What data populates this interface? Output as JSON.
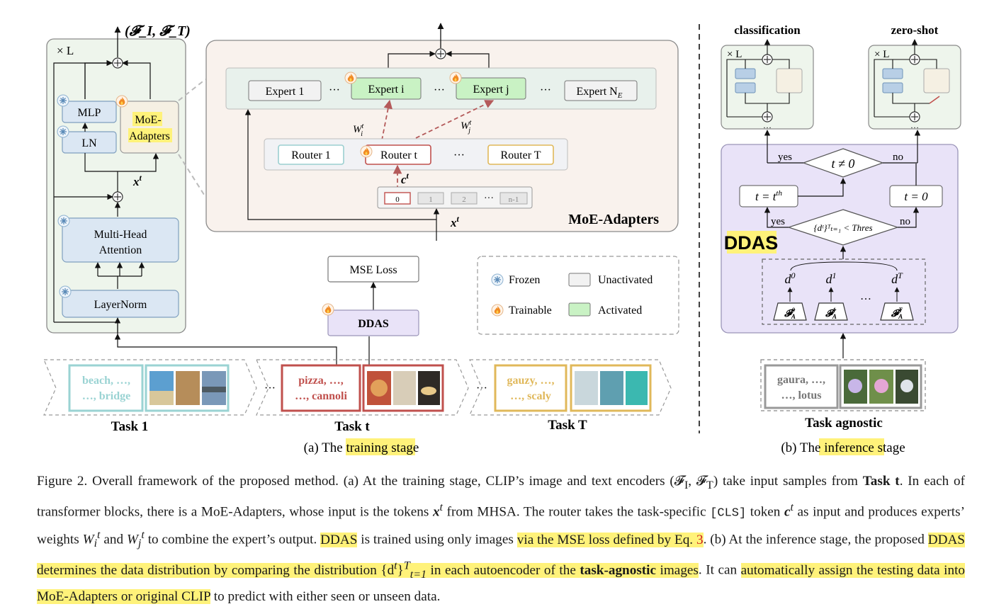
{
  "figure": {
    "left": {
      "output_label": "(𝓕_I, 𝓕_T)",
      "times_L": "× L",
      "mlp": "MLP",
      "ln": "LN",
      "moe_line1": "MoE-",
      "moe_line2": "Adapters",
      "xt": "x",
      "xt_sup": "t",
      "mha_line1": "Multi-Head",
      "mha_line2": "Attention",
      "layernorm": "LayerNorm"
    },
    "moe": {
      "title": "MoE-Adapters",
      "experts": [
        "Expert 1",
        "Expert i",
        "Expert j",
        "Expert N"
      ],
      "expert_sub": "E",
      "dots": "···",
      "routers": [
        "Router 1",
        "Router t",
        "Router T"
      ],
      "wi": "W",
      "wi_sub": "i",
      "wi_sup": "t",
      "wj": "W",
      "wj_sub": "j",
      "wj_sup": "t",
      "ct": "c",
      "ct_sup": "t",
      "tokens": [
        "0",
        "1",
        "2",
        "n-1"
      ],
      "xt": "x",
      "xt_sup": "t"
    },
    "mse_loss": "MSE Loss",
    "ddas": "DDAS",
    "legend": {
      "frozen": "Frozen",
      "unactivated": "Unactivated",
      "trainable": "Trainable",
      "activated": "Activated"
    },
    "tasks": [
      {
        "line1": "beach, …,",
        "line2": "…, bridge",
        "label": "Task 1"
      },
      {
        "line1": "pizza, …,",
        "line2": "…, cannoli",
        "label": "Task t"
      },
      {
        "line1": "gauzy, …,",
        "line2": "…, scaly",
        "label": "Task T"
      }
    ],
    "caption_a": {
      "pre": "(a) The ",
      "hl1": "training st",
      "post": "age"
    },
    "right": {
      "classification": "classification",
      "zero_shot": "zero-shot",
      "times_L": "× L",
      "yes": "yes",
      "no": "no",
      "t_neq_0": "t ≠ 0",
      "t_eq_tth": "t = t",
      "tth_sup": "th",
      "t_eq_0": "t = 0",
      "thres": "{dᵗ}ᵀₜ₌₁ < Thres",
      "ddas_big": "DDAS",
      "d0": "d",
      "d0_sup": "0",
      "d1": "d",
      "d1_sup": "1",
      "dT": "d",
      "dT_sup": "T",
      "fa0": "𝓕",
      "fa0_sup": "0",
      "fa0_sub": "A",
      "fa1": "𝓕",
      "fa1_sup": "1",
      "fa1_sub": "A",
      "faT": "𝓕",
      "faT_sup": "T",
      "faT_sub": "A",
      "dots": "…",
      "agnostic_line1": "gaura, …,",
      "agnostic_line2": "…, lotus",
      "agnostic_label": "Task agnostic",
      "caption_b": {
        "pre": "(b) The ",
        "hl": "inference",
        "post": " stage"
      }
    }
  },
  "caption": {
    "p1": "Figure 2.  Overall framework of the proposed method.  (a) At the training stage, CLIP’s image and text encoders (𝓕",
    "p1_sub1": "I",
    "p1_mid": ", 𝓕",
    "p1_sub2": "T",
    "p1_end": ") take input samples from ",
    "bold_task": "Task t",
    "p2": ". In each of transformer blocks, there is a MoE-Adapters, whose input is the tokens ",
    "x_tok": "x",
    "x_sup": "t",
    "p3": " from MHSA. The router takes the task-specific ",
    "cls": "[CLS]",
    "p4": " token ",
    "c_tok": "c",
    "c_sup": "t",
    "p5": " as input and produces experts’ weights ",
    "wi": "W",
    "wi_sub": "i",
    "wi_sup": "t",
    "and": " and ",
    "wj": "W",
    "wj_sub": "j",
    "wj_sup": "t",
    "p6": " to combine the expert’s output. ",
    "hl_ddas": "DDAS",
    "p7": " is trained using only images ",
    "hl_via": "via the MSE loss defined by Eq. ",
    "eq": "3",
    "p8": ".  (b) At the inference stage, the proposed ",
    "hl_det": "DDAS determines the data distribution by comparing the distribution {d",
    "det_sup": "t",
    "det_mid": "}",
    "det_sup2": "T",
    "det_sub2": "t=1",
    "hl_det2": " in each autoencoder of the ",
    "bold_agn": "task-agnostic",
    "hl_det3": " images",
    "p9": ". It can ",
    "hl_auto": "automatically assign the testing data into MoE-Adapters or original CLIP",
    "p10": " to predict with either seen or unseen data."
  }
}
